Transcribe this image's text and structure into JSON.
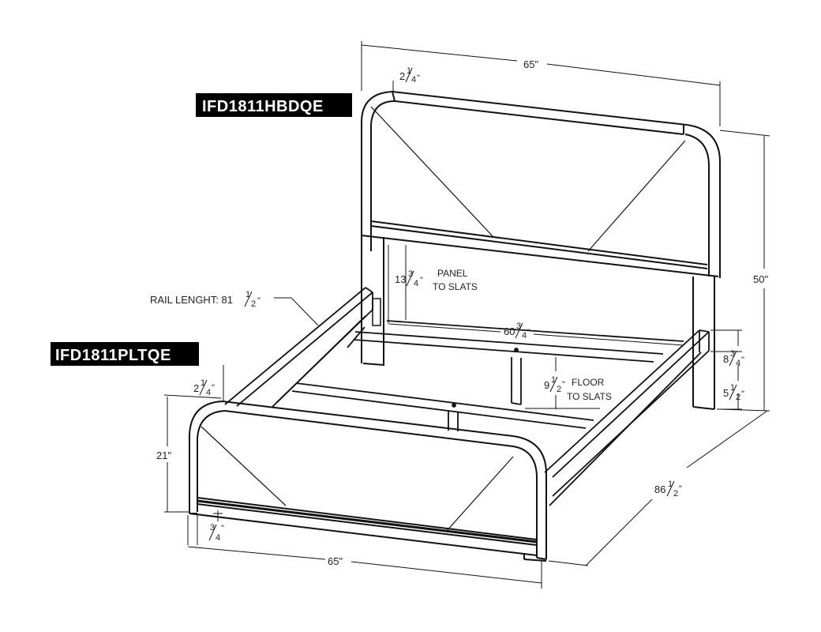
{
  "labels": {
    "headboard_model": "IFD1811HBDQE",
    "footboard_model": "IFD1811PLTQE"
  },
  "dimensions": {
    "headboard_width": "65\"",
    "headboard_rail_thickness": {
      "whole": "2",
      "num": "1",
      "den": "4",
      "unit": "\""
    },
    "panel_to_slats": {
      "whole": "13",
      "num": "3",
      "den": "4",
      "unit": "\""
    },
    "panel_to_slats_note": [
      "PANEL",
      "TO SLATS"
    ],
    "headboard_height": "50\"",
    "rail_length_label": "RAIL LENGHT: 81",
    "rail_length_frac": {
      "num": "1",
      "den": "2",
      "unit": "\""
    },
    "inner_width": {
      "whole": "60",
      "num": "3",
      "den": "4",
      "unit": "\""
    },
    "side_rail_height": {
      "whole": "8",
      "num": "3",
      "den": "4",
      "unit": "\""
    },
    "rail_floor_gap": {
      "whole": "5",
      "num": "1",
      "den": "2",
      "unit": "\""
    },
    "floor_to_slats": {
      "whole": "9",
      "num": "1",
      "den": "2",
      "unit": "\""
    },
    "floor_to_slats_note": [
      "FLOOR",
      "TO SLATS"
    ],
    "footboard_rail_thickness": {
      "whole": "2",
      "num": "1",
      "den": "4",
      "unit": "\""
    },
    "footboard_height": "21\"",
    "leg_inset": {
      "num": "3",
      "den": "4",
      "unit": "\""
    },
    "overall_length": {
      "whole": "86",
      "num": "1",
      "den": "2",
      "unit": "\""
    },
    "footboard_width": "65\""
  }
}
